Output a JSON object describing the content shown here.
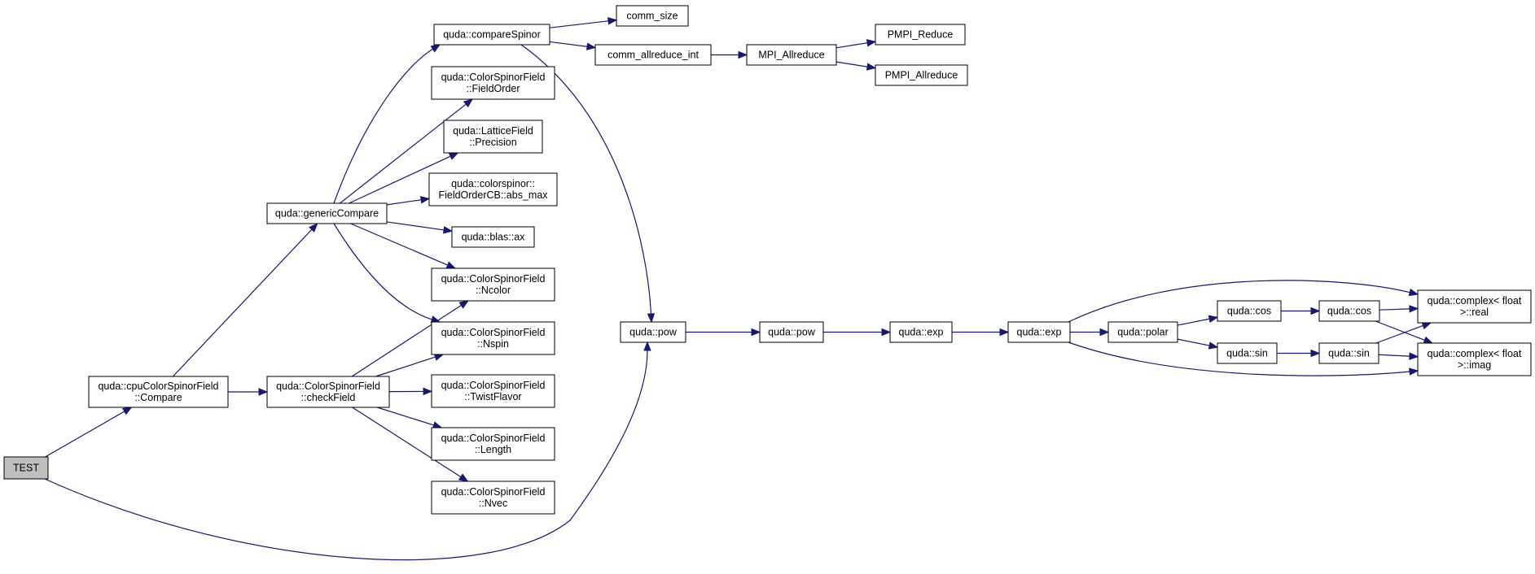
{
  "graph": {
    "root": "test",
    "edge_color": "#191970",
    "root_fill": "#bfbfbf",
    "nodes": [
      {
        "id": "test",
        "lines": [
          "TEST"
        ]
      },
      {
        "id": "cpu_compare",
        "lines": [
          "quda::cpuColorSpinorField",
          "::Compare"
        ]
      },
      {
        "id": "generic_compare",
        "lines": [
          "quda::genericCompare"
        ]
      },
      {
        "id": "check_field",
        "lines": [
          "quda::ColorSpinorField",
          "::checkField"
        ]
      },
      {
        "id": "compare_spinor",
        "lines": [
          "quda::compareSpinor"
        ]
      },
      {
        "id": "comm_size",
        "lines": [
          "comm_size"
        ]
      },
      {
        "id": "comm_allreduce_int",
        "lines": [
          "comm_allreduce_int"
        ]
      },
      {
        "id": "mpi_allreduce",
        "lines": [
          "MPI_Allreduce"
        ]
      },
      {
        "id": "pmpi_reduce",
        "lines": [
          "PMPI_Reduce"
        ]
      },
      {
        "id": "pmpi_allreduce",
        "lines": [
          "PMPI_Allreduce"
        ]
      },
      {
        "id": "field_order",
        "lines": [
          "quda::ColorSpinorField",
          "::FieldOrder"
        ]
      },
      {
        "id": "precision",
        "lines": [
          "quda::LatticeField",
          "::Precision"
        ]
      },
      {
        "id": "abs_max",
        "lines": [
          "quda::colorspinor::",
          "FieldOrderCB::abs_max"
        ]
      },
      {
        "id": "blas_ax",
        "lines": [
          "quda::blas::ax"
        ]
      },
      {
        "id": "ncolor",
        "lines": [
          "quda::ColorSpinorField",
          "::Ncolor"
        ]
      },
      {
        "id": "nspin",
        "lines": [
          "quda::ColorSpinorField",
          "::Nspin"
        ]
      },
      {
        "id": "twist_flavor",
        "lines": [
          "quda::ColorSpinorField",
          "::TwistFlavor"
        ]
      },
      {
        "id": "length",
        "lines": [
          "quda::ColorSpinorField",
          "::Length"
        ]
      },
      {
        "id": "nvec",
        "lines": [
          "quda::ColorSpinorField",
          "::Nvec"
        ]
      },
      {
        "id": "pow1",
        "lines": [
          "quda::pow"
        ]
      },
      {
        "id": "pow2",
        "lines": [
          "quda::pow"
        ]
      },
      {
        "id": "exp1",
        "lines": [
          "quda::exp"
        ]
      },
      {
        "id": "exp2",
        "lines": [
          "quda::exp"
        ]
      },
      {
        "id": "polar",
        "lines": [
          "quda::polar"
        ]
      },
      {
        "id": "cos1",
        "lines": [
          "quda::cos"
        ]
      },
      {
        "id": "cos2",
        "lines": [
          "quda::cos"
        ]
      },
      {
        "id": "sin1",
        "lines": [
          "quda::sin"
        ]
      },
      {
        "id": "sin2",
        "lines": [
          "quda::sin"
        ]
      },
      {
        "id": "complex_real",
        "lines": [
          "quda::complex< float",
          ">::real"
        ]
      },
      {
        "id": "complex_imag",
        "lines": [
          "quda::complex< float",
          ">::imag"
        ]
      }
    ],
    "edges": [
      [
        "test",
        "cpu_compare"
      ],
      [
        "test",
        "pow1"
      ],
      [
        "cpu_compare",
        "generic_compare"
      ],
      [
        "cpu_compare",
        "check_field"
      ],
      [
        "generic_compare",
        "compare_spinor"
      ],
      [
        "generic_compare",
        "field_order"
      ],
      [
        "generic_compare",
        "precision"
      ],
      [
        "generic_compare",
        "abs_max"
      ],
      [
        "generic_compare",
        "blas_ax"
      ],
      [
        "generic_compare",
        "ncolor"
      ],
      [
        "generic_compare",
        "nspin"
      ],
      [
        "check_field",
        "ncolor"
      ],
      [
        "check_field",
        "nspin"
      ],
      [
        "check_field",
        "twist_flavor"
      ],
      [
        "check_field",
        "length"
      ],
      [
        "check_field",
        "nvec"
      ],
      [
        "compare_spinor",
        "comm_size"
      ],
      [
        "compare_spinor",
        "comm_allreduce_int"
      ],
      [
        "compare_spinor",
        "pow1"
      ],
      [
        "comm_allreduce_int",
        "mpi_allreduce"
      ],
      [
        "mpi_allreduce",
        "pmpi_reduce"
      ],
      [
        "mpi_allreduce",
        "pmpi_allreduce"
      ],
      [
        "pow1",
        "pow2"
      ],
      [
        "pow2",
        "exp1"
      ],
      [
        "exp1",
        "exp2"
      ],
      [
        "exp2",
        "polar"
      ],
      [
        "exp2",
        "complex_real"
      ],
      [
        "exp2",
        "complex_imag"
      ],
      [
        "polar",
        "cos1"
      ],
      [
        "polar",
        "sin1"
      ],
      [
        "cos1",
        "cos2"
      ],
      [
        "sin1",
        "sin2"
      ],
      [
        "cos2",
        "complex_real"
      ],
      [
        "cos2",
        "complex_imag"
      ],
      [
        "sin2",
        "complex_real"
      ],
      [
        "sin2",
        "complex_imag"
      ]
    ]
  }
}
